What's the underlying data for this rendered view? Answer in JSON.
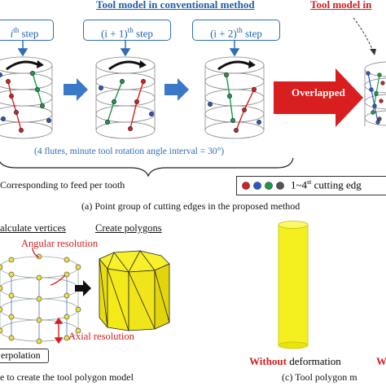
{
  "panel_a": {
    "title_conventional": "Tool model in conventional method",
    "title_proposed": "Tool model in",
    "steps": [
      {
        "main": "th step",
        "sup": ""
      },
      {
        "main": "(i + 1)",
        "sup": "th",
        "tail": " step"
      },
      {
        "main": "(i + 2)",
        "sup": "th",
        "tail": " step"
      }
    ],
    "overlapped_label": "Overlapped",
    "note": "(4 flutes, minute tool rotation angle interval = 30°)",
    "feed_label": "Corresponding to feed per tooth",
    "legend_text": "1~4",
    "legend_sup": "st",
    "legend_tail": " cutting edg",
    "legend_colors": [
      "#d62020",
      "#2a56c6",
      "#1a9a4a",
      "#555555"
    ],
    "caption": "(a)   Point group of cutting edges in the proposed method"
  },
  "panel_b": {
    "calc_vertices": "alculate vertices",
    "create_polygons": "Create polygons",
    "angular_resolution": "Angular resolution",
    "axial_resolution": "Axial resolution",
    "interpolation": "erpolation",
    "caption": "e to create the tool polygon model"
  },
  "panel_c": {
    "without_bold": "Without",
    "without_rest": " deformation",
    "with_partial": "W",
    "caption": "(c)   Tool polygon m",
    "cylinder_color": "#f4f020"
  }
}
